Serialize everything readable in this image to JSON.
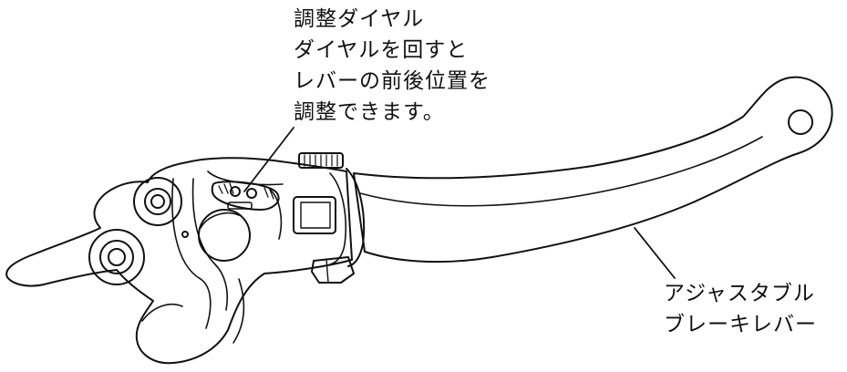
{
  "callouts": {
    "adjust_dial": {
      "lines": [
        "調整ダイヤル",
        "ダイヤルを回すと",
        "レバーの前後位置を",
        "調整できます。"
      ]
    },
    "brake_lever": {
      "lines": [
        "アジャスタブル",
        "ブレーキレバー"
      ]
    }
  },
  "colors": {
    "line": "#111111",
    "background": "#ffffff"
  }
}
